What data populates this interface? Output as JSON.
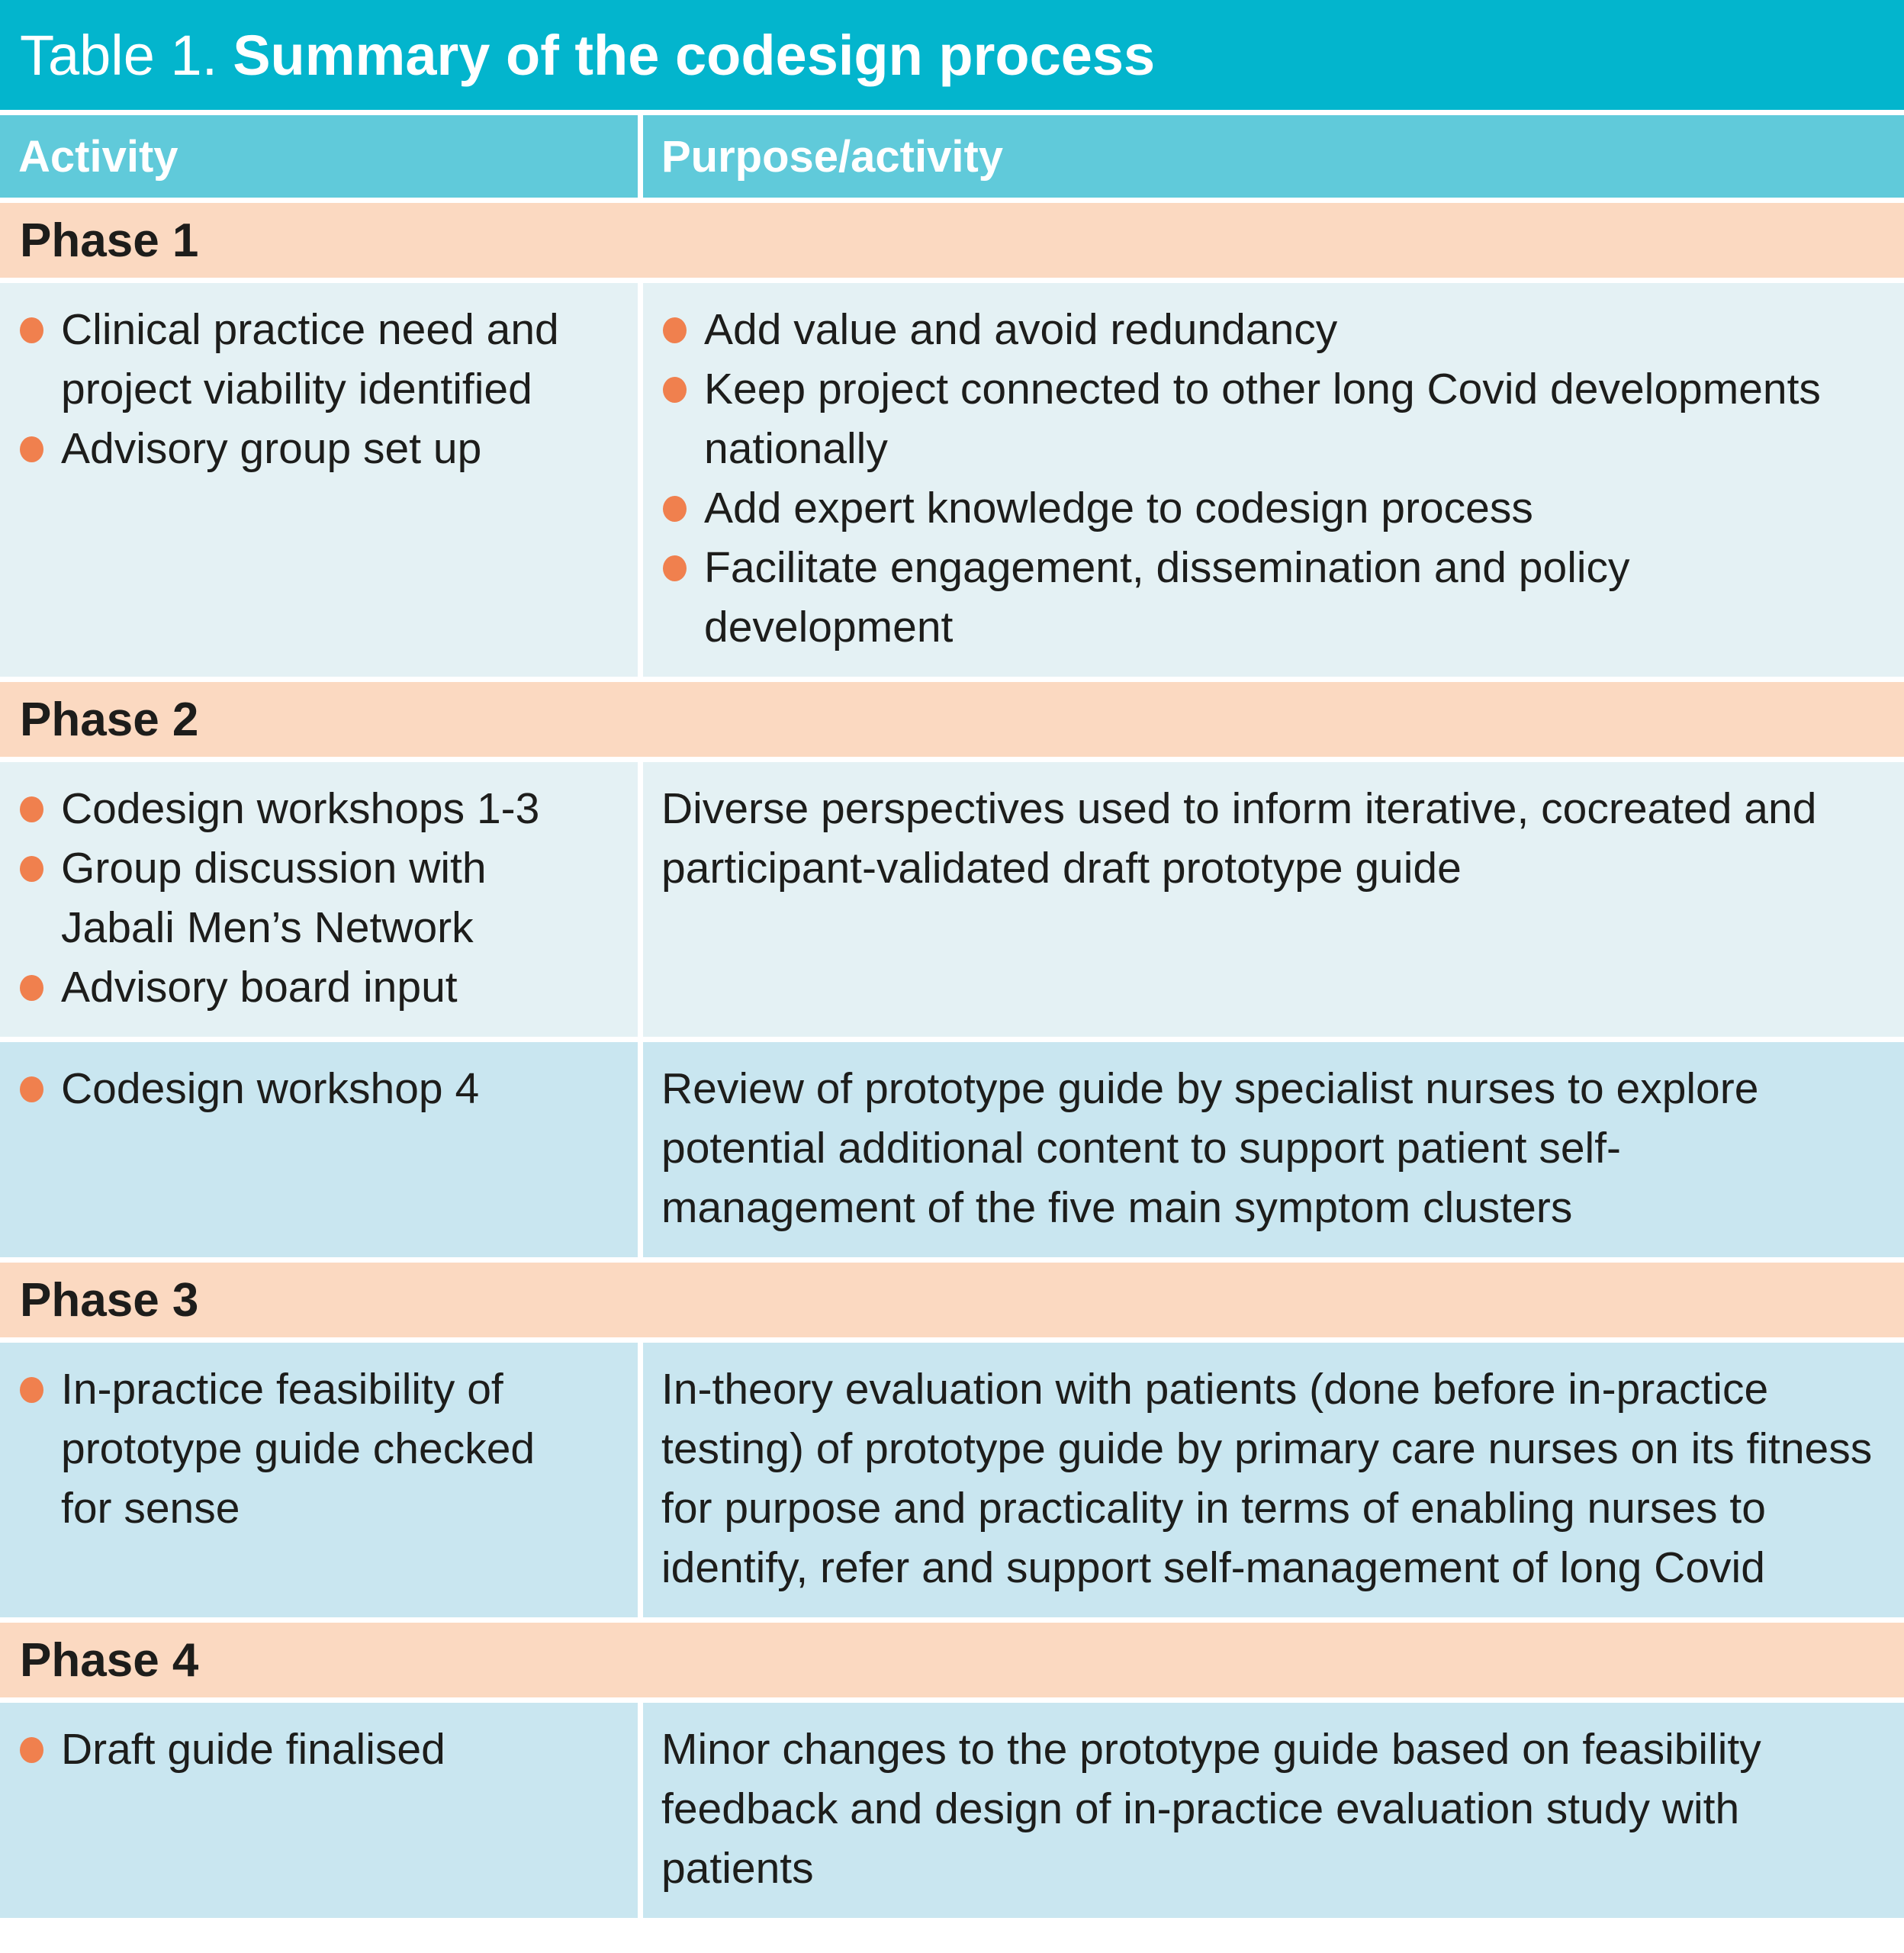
{
  "table": {
    "title_prefix": "Table 1.",
    "title": "Summary of the codesign process",
    "columns": {
      "activity": "Activity",
      "purpose": "Purpose/activity"
    },
    "sections": [
      {
        "phase_label": "Phase 1",
        "rows": [
          {
            "shade": "light",
            "activity_bullets": [
              "Clinical practice need and project viability identified",
              "Advisory group set up"
            ],
            "purpose_bullets": [
              "Add value and avoid redundancy",
              "Keep project connected to other long Covid developments nationally",
              "Add expert knowledge to codesign process",
              "Facilitate engagement, dissemination and policy development"
            ],
            "purpose_text": ""
          }
        ]
      },
      {
        "phase_label": "Phase 2",
        "rows": [
          {
            "shade": "light",
            "activity_bullets": [
              "Codesign workshops 1-3",
              "Group discussion with Jabali Men’s Network",
              "Advisory board input"
            ],
            "purpose_bullets": [],
            "purpose_text": "Diverse perspectives used to inform iterative, cocreated and participant-validated draft prototype guide"
          },
          {
            "shade": "dark",
            "activity_bullets": [
              "Codesign workshop 4"
            ],
            "purpose_bullets": [],
            "purpose_text": "Review of prototype guide by specialist nurses to explore potential additional content to support patient self-management of the five main symptom clusters"
          }
        ]
      },
      {
        "phase_label": "Phase 3",
        "rows": [
          {
            "shade": "dark",
            "activity_bullets": [
              "In-practice feasibility of prototype guide checked for sense"
            ],
            "purpose_bullets": [],
            "purpose_text": "In-theory evaluation with patients (done before in-practice testing) of prototype guide by primary care nurses on its fitness for purpose and practicality in terms of enabling nurses to identify, refer and support self-management of long Covid"
          }
        ]
      },
      {
        "phase_label": "Phase 4",
        "rows": [
          {
            "shade": "dark",
            "activity_bullets": [
              "Draft guide finalised"
            ],
            "purpose_bullets": [],
            "purpose_text": "Minor changes to the prototype guide based on feasibility feedback and design of in-practice evaluation study with patients"
          }
        ]
      }
    ],
    "colors": {
      "title_bar": "#03b5cd",
      "column_header": "#60cada",
      "phase_band": "#fbd9c1",
      "row_light": "#e4f1f4",
      "row_dark": "#c9e6f0",
      "bullet": "#f0804e",
      "text": "#1d1d1b",
      "header_text": "#ffffff"
    }
  }
}
